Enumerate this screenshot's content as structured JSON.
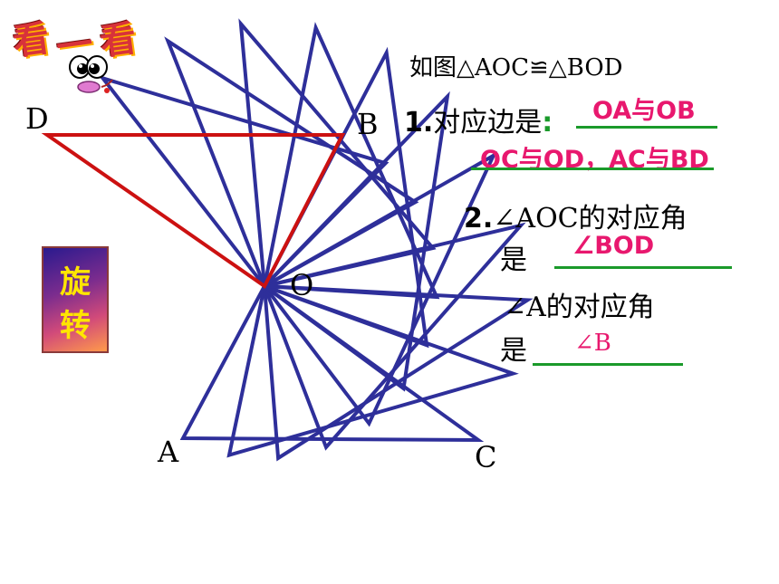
{
  "banner": {
    "chars": [
      "看",
      "一",
      "看"
    ]
  },
  "side_label": {
    "chars": [
      "旋",
      "转"
    ]
  },
  "points": {
    "D": "D",
    "B": "B",
    "O": "O",
    "A": "A",
    "C": "C"
  },
  "statement": "如图△AOC≌△BOD",
  "q1": {
    "prefix": "1.",
    "label": "对应边是",
    "colon": ":",
    "answer1": "OA与OB",
    "answer2": "OC与OD，AC与BD"
  },
  "q2": {
    "prefix": "2.",
    "line1": "∠AOC的对应角",
    "is": "是",
    "answer": "∠BOD"
  },
  "q3": {
    "line1": "∠A的对应角",
    "is": "是",
    "answer": "∠B"
  },
  "colors": {
    "blue": "#2e2f9a",
    "red": "#cc1111",
    "pink": "#e8186e",
    "green": "#1a9a2a"
  },
  "icons": [
    "cartoon-eyes-icon"
  ]
}
